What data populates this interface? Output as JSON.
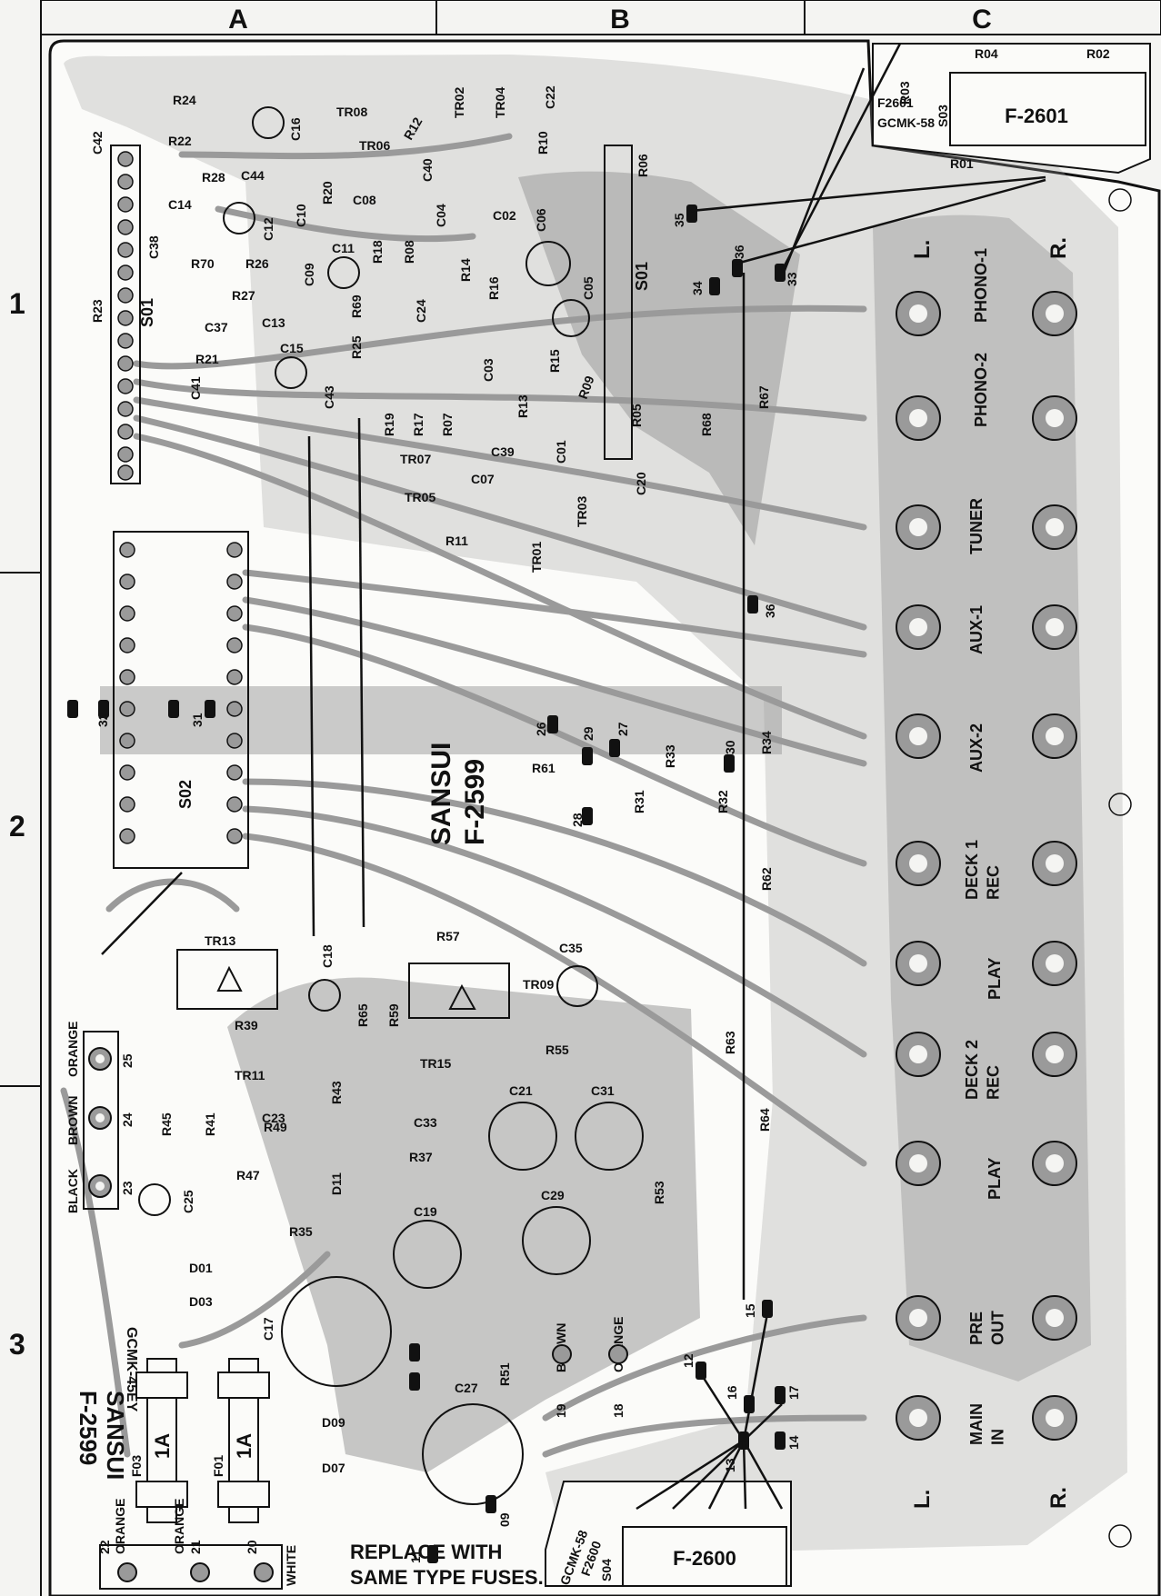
{
  "grid": {
    "columns": [
      "A",
      "B",
      "C"
    ],
    "rows": [
      "1",
      "2",
      "3"
    ]
  },
  "board": {
    "name_line1": "SANSUI",
    "name_line2": "F-2599",
    "corner_code": "GCMK-45EY",
    "corner_brand": "SANSUI",
    "corner_model": "F-2599",
    "fuse_note_line1": "REPLACE WITH",
    "fuse_note_line2": "SAME TYPE FUSES."
  },
  "sub_boards": {
    "top_right": "F-2601",
    "top_right_code": "F2601",
    "top_right_gcmk": "GCMK-58",
    "bottom": "F-2600",
    "bottom_code": "F2600",
    "bottom_gcmk": "GCMK-58"
  },
  "sockets": {
    "s01_left": "S01",
    "s01_mid": "S01",
    "s02": "S02",
    "s03": "S03",
    "s04": "S04"
  },
  "fuses": [
    {
      "ref": "F03",
      "rating": "1A"
    },
    {
      "ref": "F01",
      "rating": "1A"
    }
  ],
  "inputs": [
    {
      "row": "PHONO-1",
      "text": "PHONO-1"
    },
    {
      "row": "PHONO-2",
      "text": "PHONO-2"
    },
    {
      "row": "TUNER",
      "text": "TUNER"
    },
    {
      "row": "AUX-1",
      "text": "AUX-1"
    },
    {
      "row": "AUX-2",
      "text": "AUX-2"
    },
    {
      "row": "DECK1_REC",
      "text": "DECK 1\nREC"
    },
    {
      "row": "DECK1_PLAY",
      "text": "PLAY"
    },
    {
      "row": "DECK2_REC",
      "text": "DECK 2\nREC"
    },
    {
      "row": "DECK2_PLAY",
      "text": "PLAY"
    },
    {
      "row": "PRE_OUT",
      "text": "PRE\nOUT"
    },
    {
      "row": "MAIN_IN",
      "text": "MAIN\nIN"
    }
  ],
  "channel_marks": {
    "left": "L.",
    "right": "R.",
    "left_bottom": "L.",
    "right_bottom": "R."
  },
  "wire_colors": {
    "orange": "ORANGE",
    "brown": "BROWN",
    "black": "BLACK",
    "white": "WHITE"
  },
  "terminal_numbers": [
    "25",
    "24",
    "23",
    "22",
    "21",
    "20",
    "32",
    "31",
    "26",
    "27",
    "28",
    "29",
    "30",
    "33",
    "34",
    "35",
    "36",
    "19",
    "18",
    "09",
    "11",
    "12",
    "13",
    "14",
    "15",
    "16",
    "17"
  ],
  "components": {
    "resistors": [
      "R24",
      "R22",
      "R28",
      "R26",
      "R27",
      "R21",
      "R23",
      "R70",
      "R20",
      "R18",
      "R12",
      "R08",
      "R14",
      "R16",
      "R10",
      "R06",
      "R15",
      "R09",
      "R05",
      "R69",
      "R25",
      "R19",
      "R17",
      "R07",
      "R13",
      "R11",
      "R67",
      "R68",
      "R61",
      "R31",
      "R33",
      "R32",
      "R34",
      "R62",
      "R63",
      "R64",
      "R57",
      "R65",
      "R59",
      "R39",
      "R45",
      "R41",
      "R43",
      "R49",
      "R47",
      "R37",
      "R55",
      "R53",
      "R35",
      "R51",
      "R04",
      "R02",
      "R03",
      "R01"
    ],
    "capacitors": [
      "C42",
      "C16",
      "C44",
      "C14",
      "C12",
      "C10",
      "C38",
      "C11",
      "C09",
      "C37",
      "C13",
      "C41",
      "C15",
      "C40",
      "C08",
      "C04",
      "C02",
      "C06",
      "C05",
      "C22",
      "C24",
      "C03",
      "C43",
      "C39",
      "C07",
      "C01",
      "C20",
      "C18",
      "C35",
      "C23",
      "C25",
      "C33",
      "C21",
      "C31",
      "C29",
      "C19",
      "C17",
      "C27"
    ],
    "transistors": [
      "TR08",
      "TR06",
      "TR02",
      "TR04",
      "TR07",
      "TR05",
      "TR03",
      "TR01",
      "TR13",
      "TR09",
      "TR11",
      "TR15"
    ],
    "diodes": [
      "D11",
      "D01",
      "D03",
      "D09",
      "D07"
    ]
  },
  "colors": {
    "trace": "#9a9a9a",
    "ink": "#111111",
    "paper": "#f4f4f2"
  }
}
